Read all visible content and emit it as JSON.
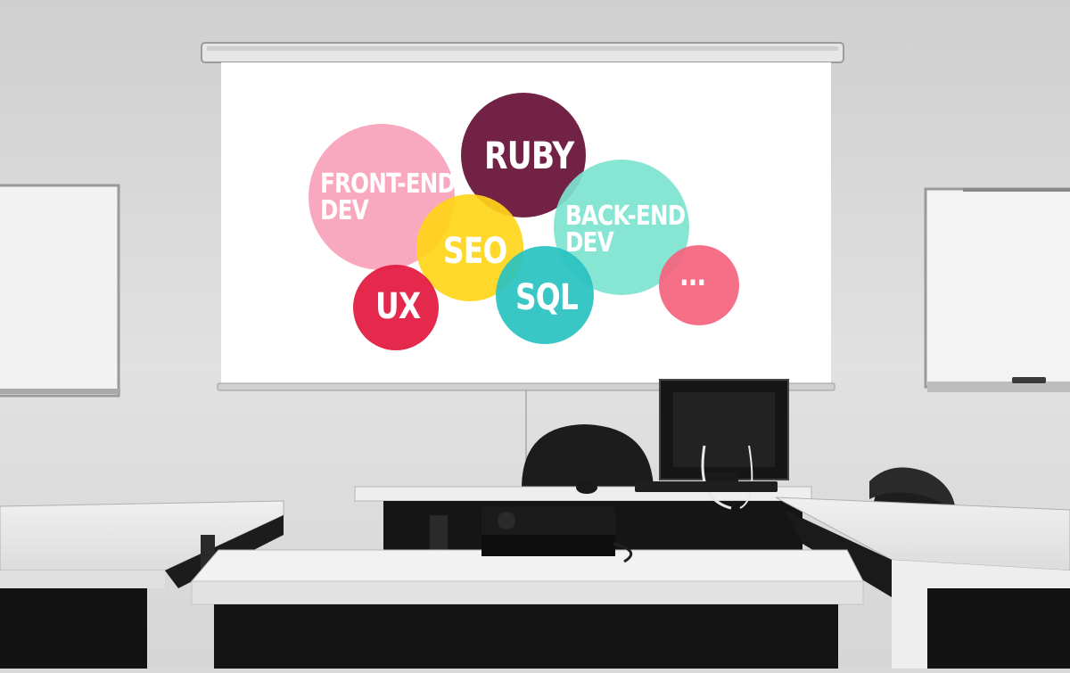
{
  "scene": {
    "description_free": true
  },
  "bubbles": [
    {
      "id": "front-end",
      "text": "FRONT-END\nDEV",
      "color": "#f7a1ba"
    },
    {
      "id": "ruby",
      "text": "RUBY",
      "color": "#660f35"
    },
    {
      "id": "back-end",
      "text": "BACK-END\nDEV",
      "color": "#7de4cf"
    },
    {
      "id": "seo",
      "text": "SEO",
      "color": "#ffd51a"
    },
    {
      "id": "ux",
      "text": "UX",
      "color": "#e2173e"
    },
    {
      "id": "sql",
      "text": "SQL",
      "color": "#28c2c0"
    },
    {
      "id": "more",
      "text": "...",
      "color": "#f4637d"
    }
  ],
  "colors": {
    "wall": "#d9d9d9",
    "screen": "#ffffff",
    "desk": "#e9e9e9",
    "dark": "#1a1a1a"
  }
}
